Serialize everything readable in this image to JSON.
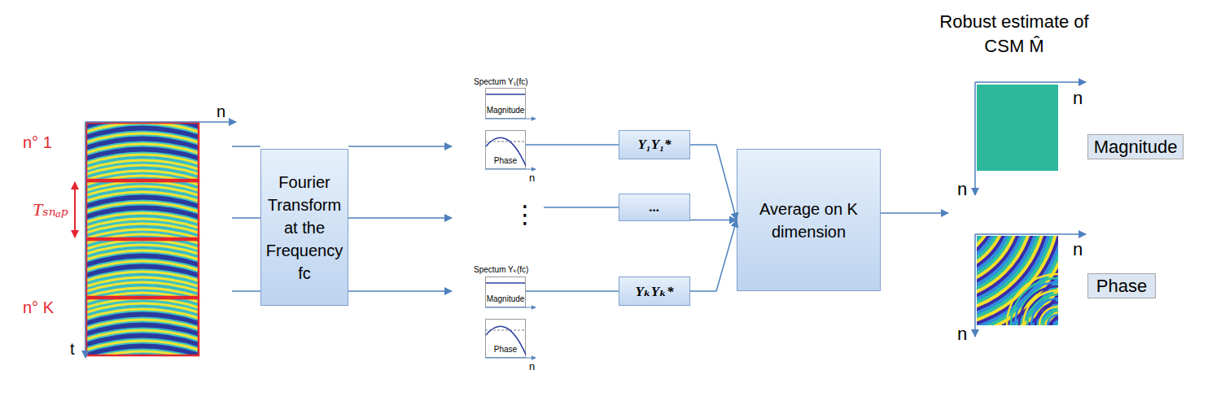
{
  "diagram": {
    "nodes": [
      {
        "text": [
          "Fourier Transform at the Frequency fc"
        ]
      },
      {
        "text": [
          "Magnitude"
        ]
      },
      {
        "text": [
          "Phase"
        ]
      },
      {
        "text": [
          "Magnitude"
        ]
      },
      {
        "text": [
          "Phase"
        ]
      },
      {
        "text": [
          "Y₁Y₁*"
        ]
      },
      {
        "text": [
          "..."
        ]
      },
      {
        "text": [
          "YₖYₖ*"
        ]
      },
      {
        "text": [
          "Average on K dimension"
        ]
      },
      {
        "text": [
          "Magnitude"
        ]
      },
      {
        "text": [
          "Phase"
        ]
      }
    ],
    "edges": [
      {
        "from": 2,
        "to": 5,
        "arrow": "none"
      },
      {
        "from": 3,
        "to": 7,
        "arrow": "none"
      },
      {
        "from": 5,
        "to": 8,
        "arrow": "to"
      },
      {
        "from": 6,
        "to": 8,
        "arrow": "to"
      },
      {
        "from": 7,
        "to": 8,
        "arrow": "to"
      }
    ],
    "labels": [
      "n° 1",
      "Tₛₙₐₚ",
      "n° K",
      "n",
      "t",
      "Spectum Y₁(fc)",
      "n",
      "⋮",
      "Spectum Yₖ(fc)",
      "n",
      "Robust estimate of CSM M̂",
      "n",
      "n",
      "n",
      "n"
    ]
  }
}
